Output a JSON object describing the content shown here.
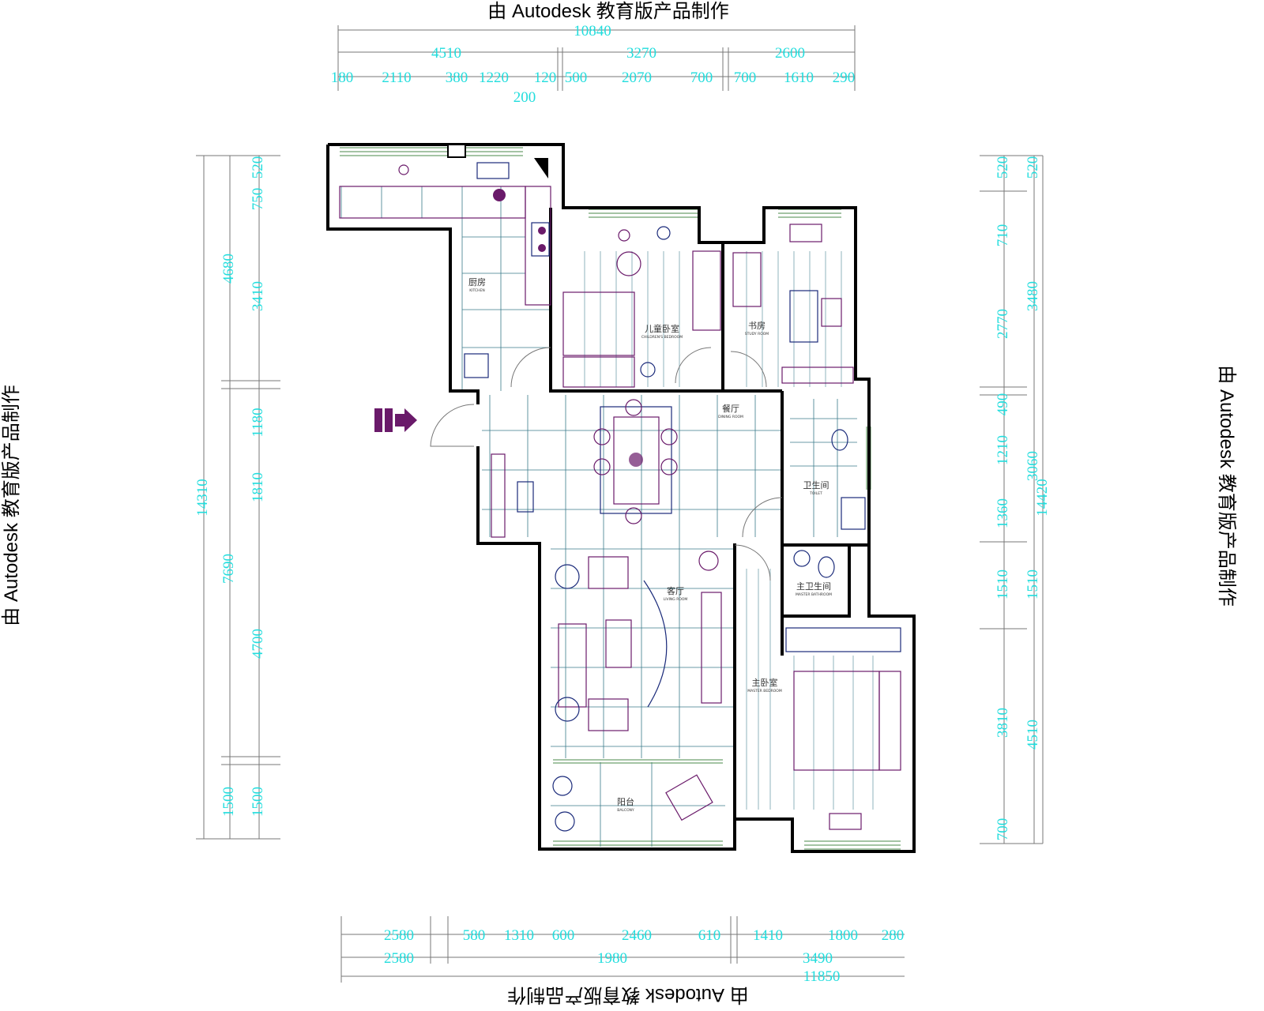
{
  "watermark": "由 Autodesk 教育版产品制作",
  "dimensions": {
    "top": {
      "total": "10840",
      "row2": [
        "4510",
        "3270",
        "2600"
      ],
      "row3": [
        "180",
        "2110",
        "380",
        "1220",
        "200",
        "120",
        "500",
        "2070",
        "700",
        "700",
        "1610",
        "290"
      ]
    },
    "bottom": {
      "row1": [
        "2580",
        "580",
        "1310",
        "600",
        "2460",
        "610",
        "1410",
        "1800",
        "280"
      ],
      "row2": [
        "2580",
        "1980",
        "3490"
      ],
      "total": "11850"
    },
    "left": {
      "total": "14310",
      "row2": [
        "4680",
        "7690",
        "1500"
      ],
      "row3": [
        "520",
        "750",
        "3410",
        "1180",
        "1810",
        "4700",
        "1500"
      ]
    },
    "right": {
      "total": "14420",
      "row2": [
        "520",
        "3480",
        "3060",
        "1510",
        "4510"
      ],
      "row3": [
        "520",
        "710",
        "2770",
        "490",
        "1210",
        "1360",
        "1510",
        "3810",
        "700"
      ]
    }
  },
  "rooms": {
    "kitchen": {
      "cn": "厨房",
      "en": "KITCHEN"
    },
    "children_bedroom": {
      "cn": "儿童卧室",
      "en": "CHILDREN'S BEDROOM"
    },
    "study": {
      "cn": "书房",
      "en": "STUDY ROOM"
    },
    "dining": {
      "cn": "餐厅",
      "en": "DINING ROOM"
    },
    "toilet": {
      "cn": "卫生间",
      "en": "TOILET"
    },
    "living": {
      "cn": "客厅",
      "en": "LIVING ROOM"
    },
    "master_bath": {
      "cn": "主卫生间",
      "en": "MASTER BATHROOM"
    },
    "master_bedroom": {
      "cn": "主卧室",
      "en": "MASTER BEDROOM"
    },
    "balcony": {
      "cn": "阳台",
      "en": "BALCONY"
    }
  },
  "entrance_icon": "entrance-arrow-icon",
  "colors": {
    "dimension": "#22dddd",
    "furniture": "#6a1a6a",
    "wall": "#000000"
  }
}
